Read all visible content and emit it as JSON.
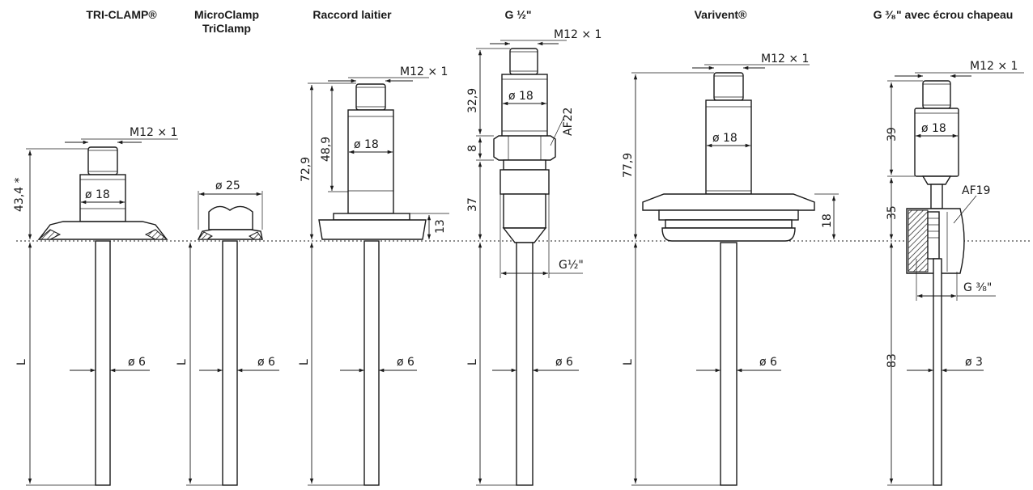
{
  "titles": {
    "triclamp": "TRI-CLAMP®",
    "microclamp_line1": "MicroClamp",
    "microclamp_line2": "TriClamp",
    "raccord": "Raccord laitier",
    "g12": "G ½\"",
    "varivent": "Varivent®",
    "g38": "G ³⁄₈\" avec écrou chapeau"
  },
  "dims": {
    "m12": "M12 × 1",
    "d18": "ø 18",
    "d25": "ø 25",
    "d6": "ø 6",
    "d3": "ø 3",
    "L": "L",
    "h434": "43,4 *",
    "h729": "72,9",
    "h489": "48,9",
    "h13": "13",
    "h329": "32,9",
    "h8": "8",
    "h37": "37",
    "af22": "AF22",
    "g12thread": "G½\"",
    "h779": "77,9",
    "h18": "18",
    "h39": "39",
    "h35": "35",
    "af19": "AF19",
    "g38thread": "G ³⁄₈\"",
    "h83": "83"
  },
  "colors": {
    "line": "#1a1a1a",
    "background": "#ffffff"
  }
}
